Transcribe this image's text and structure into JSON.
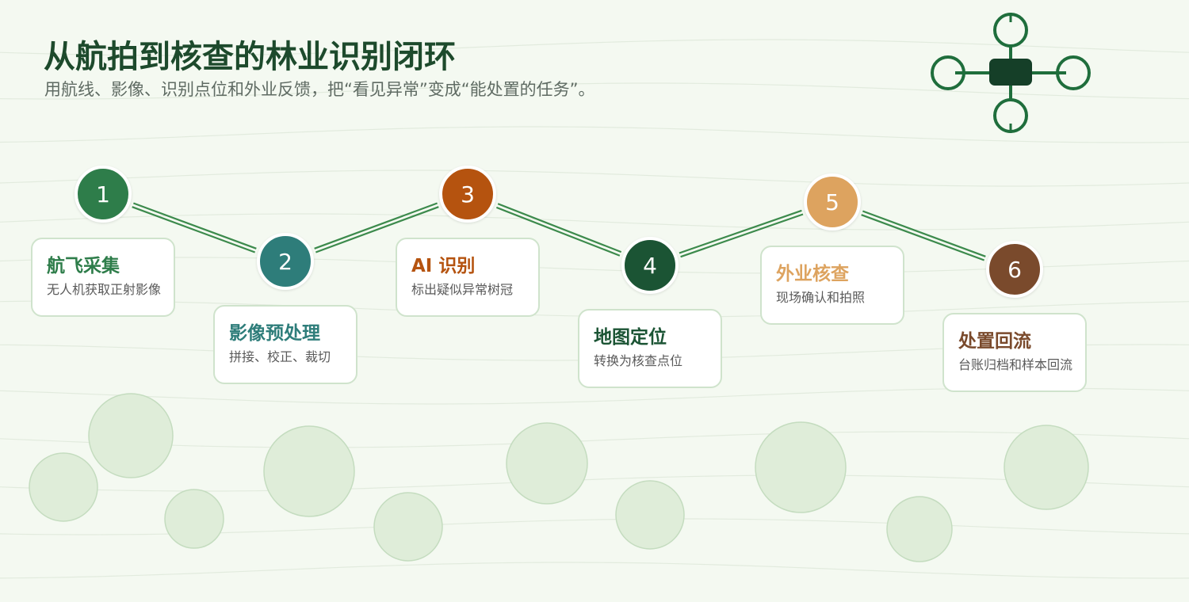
{
  "header": {
    "title": "从航拍到核查的林业识别闭环",
    "subtitle": "用航线、影像、识别点位和外业反馈，把“看见异常”变成“能处置的任务”。"
  },
  "colors": {
    "background": "#f4f9f1",
    "connector": "#3c8a4c",
    "tree": "#dfedd9",
    "tree_stroke": "#c4dcbf"
  },
  "steps": [
    {
      "number": "1",
      "title": "航飞采集",
      "desc": "无人机获取正射影像",
      "color": "#2e7d4a"
    },
    {
      "number": "2",
      "title": "影像预处理",
      "desc": "拼接、校正、裁切",
      "color": "#2e7d7a"
    },
    {
      "number": "3",
      "title": "AI 识别",
      "desc": "标出疑似异常树冠",
      "color": "#b5530f"
    },
    {
      "number": "4",
      "title": "地图定位",
      "desc": "转换为核查点位",
      "color": "#1b5434"
    },
    {
      "number": "5",
      "title": "外业核查",
      "desc": "现场确认和拍照",
      "color": "#dda35f"
    },
    {
      "number": "6",
      "title": "处置回流",
      "desc": "台账归档和样本回流",
      "color": "#7a4a2c"
    }
  ],
  "icons": {
    "drone": "drone-icon"
  }
}
